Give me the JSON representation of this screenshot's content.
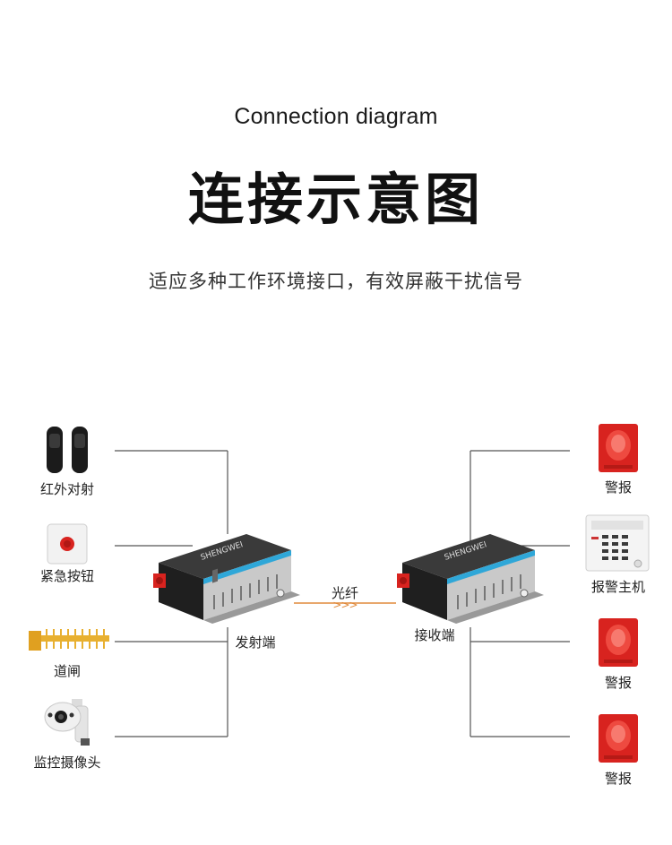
{
  "header": {
    "title_en": "Connection diagram",
    "title_cn": "连接示意图",
    "subtitle": "适应多种工作环境接口，有效屏蔽干扰信号"
  },
  "devices": {
    "brand": "SHENGWEI",
    "transmitter_label": "发射端",
    "receiver_label": "接收端"
  },
  "link": {
    "label": "光纤",
    "arrows": ">>>"
  },
  "left_items": [
    {
      "label": "红外对射",
      "icon": "infrared-beam-icon"
    },
    {
      "label": "紧急按钮",
      "icon": "emergency-button-icon"
    },
    {
      "label": "道闸",
      "icon": "barrier-gate-icon"
    },
    {
      "label": "监控摄像头",
      "icon": "ptz-camera-icon"
    }
  ],
  "right_items": [
    {
      "label": "警报",
      "icon": "alarm-siren-icon"
    },
    {
      "label": "报警主机",
      "icon": "alarm-host-icon"
    },
    {
      "label": "警报",
      "icon": "alarm-siren-icon"
    },
    {
      "label": "警报",
      "icon": "alarm-siren-icon"
    }
  ],
  "colors": {
    "wire": "#555555",
    "fiber": "#e08a3c",
    "device_body": "#2b2b2b",
    "device_accent": "#2fa7d8",
    "siren": "#d8231f"
  }
}
